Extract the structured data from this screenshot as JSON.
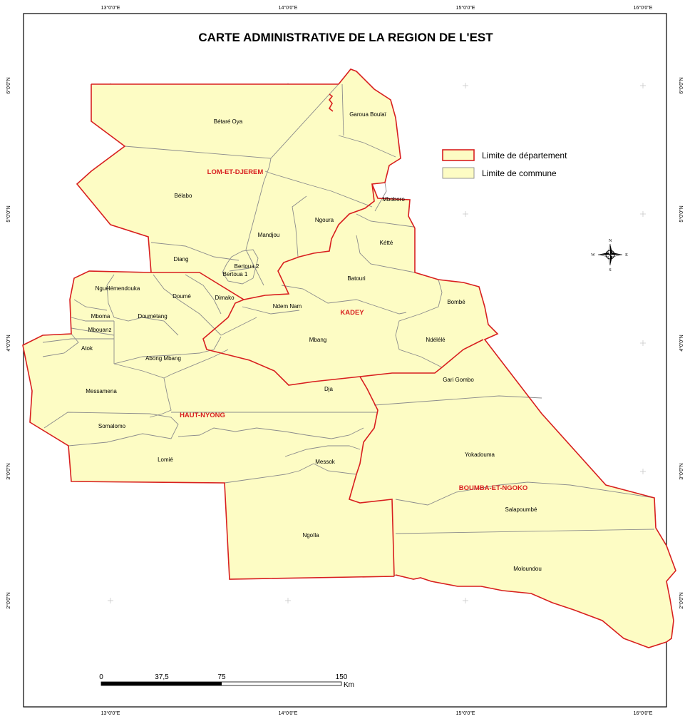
{
  "title": "CARTE ADMINISTRATIVE DE LA REGION DE L'EST",
  "graticule": {
    "longitudes": [
      "13°0'0\"E",
      "14°0'0\"E",
      "15°0'0\"E",
      "16°0'0\"E"
    ],
    "latitudes": [
      "6°0'0\"N",
      "5°0'0\"N",
      "4°0'0\"N",
      "3°0'0\"N",
      "2°0'0\"N"
    ]
  },
  "legend": {
    "department_boundary": "Limite de département",
    "commune_boundary": "Limite de commune",
    "department_color": "#d81f1f",
    "commune_fill": "#fdfcc4"
  },
  "departments": [
    "LOM-ET-DJEREM",
    "KADEY",
    "HAUT-NYONG",
    "BOUMBA-ET-NGOKO"
  ],
  "communes": [
    "Bétaré Oya",
    "Garoua Boulaï",
    "Bélabo",
    "Mboboro",
    "Ngoura",
    "Mandjou",
    "Kétté",
    "Diang",
    "Bertoua 2",
    "Bertoua 1",
    "Batouri",
    "Nguélémendouka",
    "Doumé",
    "Dimako",
    "Ndem Nam",
    "Bombé",
    "Mboma",
    "Doumétang",
    "Mbouanz",
    "Ndélélé",
    "Mbang",
    "Atok",
    "Abong Mbang",
    "Gari Gombo",
    "Messamena",
    "Dja",
    "Somalomo",
    "Yokadouma",
    "Lomié",
    "Messok",
    "Salapoumbé",
    "Ngoïla",
    "Moloundou"
  ],
  "compass": {
    "n": "N",
    "s": "S",
    "e": "E",
    "w": "W"
  },
  "scale_bar": {
    "ticks": [
      "0",
      "37,5",
      "75",
      "150"
    ],
    "unit": "Km"
  }
}
